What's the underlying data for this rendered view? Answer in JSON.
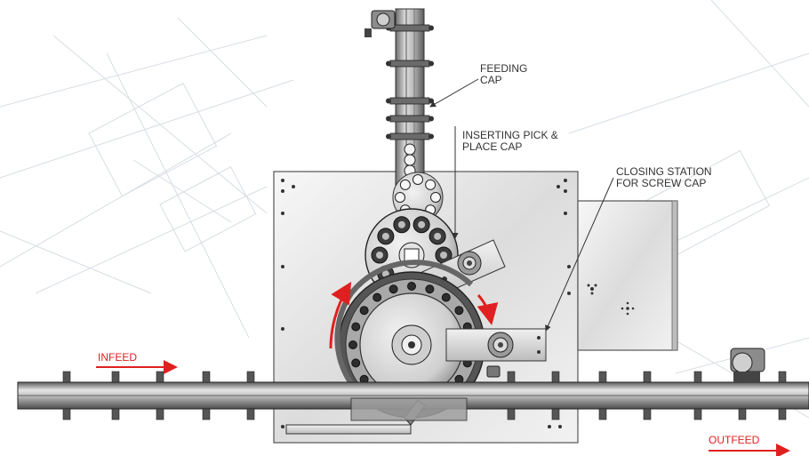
{
  "labels": {
    "feeding_cap": [
      "FEEDING",
      "CAP"
    ],
    "inserting_cap": [
      "INSERTING PICK &",
      "PLACE CAP"
    ],
    "closing_station": [
      "CLOSING STATION",
      "FOR SCREW CAP"
    ],
    "infeed": "INFEED",
    "outfeed": "OUTFEED"
  },
  "colors": {
    "flow_arrow": "#e02020",
    "steel_dark": "#4a4a4a",
    "steel_light": "#e8e8e8",
    "blueprint_line": "#d7dde3"
  }
}
